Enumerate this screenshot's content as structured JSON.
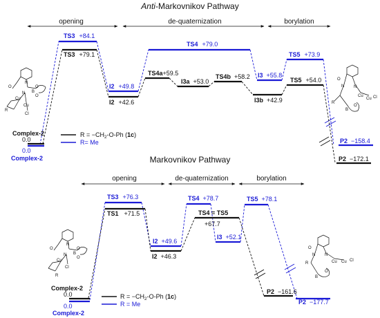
{
  "colors": {
    "black": "#111111",
    "blue": "#1a1ad6"
  },
  "anti": {
    "title_italic": "Anti",
    "title_rest": "-Markovnikov Pathway",
    "phases": [
      "opening",
      "de-quaternization",
      "borylation"
    ],
    "labels": {
      "ts3_blue_name": "TS3",
      "ts3_blue_val": "+84.1",
      "ts3_black_name": "TS3",
      "ts3_black_val": "+79.1",
      "i2_blue_name": "I2",
      "i2_blue_val": "+49.8",
      "i2_black_name": "I2",
      "i2_black_val": "+42.6",
      "ts4_blue_name": "TS4",
      "ts4_blue_val": "+79.0",
      "ts4a_name": "TS4a",
      "ts4a_val": "+59.5",
      "i3a_name": "I3a",
      "i3a_val": "+53.0",
      "ts4b_name": "TS4b",
      "ts4b_val": "+58.2",
      "i3_blue_name": "I3",
      "i3_blue_val": "+55.8",
      "i3b_name": "I3b",
      "i3b_val": "+42.9",
      "ts5_blue_name": "TS5",
      "ts5_blue_val": "+73.9",
      "ts5_black_name": "TS5",
      "ts5_black_val": "+54.0",
      "p2_blue_name": "P2",
      "p2_blue_val": "−158.4",
      "p2_black_name": "P2",
      "p2_black_val": "−172.1",
      "complex_black": "Complex-2",
      "zero_black": "0.0",
      "zero_blue": "0.0",
      "complex_blue": "Complex-2"
    },
    "legend": {
      "black_prefix": "R = −CH",
      "black_sub": "2",
      "black_mid": "-O-Ph (",
      "black_bold": "1c",
      "black_end": ")",
      "blue": "R= Me"
    }
  },
  "markov": {
    "title": "Markovnikov Pathway",
    "phases": [
      "opening",
      "de-quaternization",
      "borylation"
    ],
    "labels": {
      "ts3_blue_name": "TS3",
      "ts3_blue_val": "+76.3",
      "ts1_name": "TS1",
      "ts1_val": "+71.5",
      "i2_blue_name": "I2",
      "i2_blue_val": "+49.6",
      "i2_black_name": "I2",
      "i2_black_val": "+46.3",
      "ts4_blue_name": "TS4",
      "ts4_blue_val": "+78.7",
      "ts4ts5_name": "TS4 = TS5",
      "ts4ts5_val": "+67.7",
      "i3_blue_name": "I3",
      "i3_blue_val": "+52.1",
      "ts5_blue_name": "TS5",
      "ts5_blue_val": "+78.1",
      "p2_black_name": "P2",
      "p2_black_val": "−161.6",
      "p2_blue_name": "P2",
      "p2_blue_val": "−177.7",
      "complex_black": "Complex-2",
      "zero_black": "0.0",
      "zero_blue": "0.0",
      "complex_blue": "Complex-2"
    },
    "legend": {
      "black_prefix": "R = −CH",
      "black_sub": "2",
      "black_mid": "-O-Ph (",
      "black_bold": "1c",
      "black_end": ")",
      "blue": "R = Me"
    }
  },
  "molecule": {
    "atoms": [
      "N",
      "O",
      "N",
      "O",
      "B",
      "O",
      "Cu",
      "Cu",
      "Cl",
      "R",
      "R"
    ]
  }
}
